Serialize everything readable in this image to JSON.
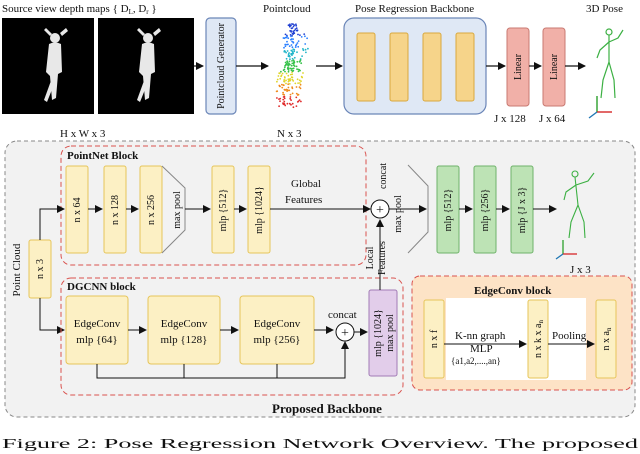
{
  "top": {
    "source_label": "Source view depth maps { D",
    "source_sub_l": "L",
    "source_comma": ", D",
    "source_sub_r": "r",
    "source_close": " }",
    "hwx3": "H x W x 3",
    "generator": "Pointcloud Generator",
    "pointcloud": "Pointcloud",
    "nx3": "N x 3",
    "backbone": "Pose Regression Backbone",
    "linear": "Linear",
    "j128": "J x 128",
    "j64": "J x 64",
    "pose3d": "3D Pose"
  },
  "pointnet": {
    "title": "PointNet Block",
    "n64": "n x 64",
    "n128": "n x 128",
    "n256": "n x 256",
    "maxpool": "max pool",
    "mlp512": "mlp {512}",
    "mlp1024": "mlp {1024}",
    "global1": "Global",
    "global2": "Features"
  },
  "point_cloud": "Point Cloud",
  "nx3": "n x 3",
  "concat": "concat",
  "plus": "+",
  "local1": "Local",
  "local2": "Features",
  "head": {
    "mlp512": "mlp {512}",
    "mlp256": "mlp {256}",
    "mlpj3": "mlp {J x 3}",
    "jx3": "J x 3"
  },
  "dgcnn": {
    "title": "DGCNN block",
    "edgeconv": "EdgeConv",
    "mlp64": "mlp {64}",
    "mlp128": "mlp {128}",
    "mlp256": "mlp {256}",
    "mlp1024": "mlp {1024}",
    "maxpool": "max pool"
  },
  "edgeconv_block": {
    "title": "EdgeConv block",
    "nxf": "n x f",
    "knn": "K-nn graph",
    "mlp": "MLP",
    "params": "{a1,a2,....,an}",
    "nxkxa": "n x k x a",
    "nxkxa_sub": "n",
    "pooling": "Pooling",
    "nxa": "n x a",
    "nxa_sub": "n"
  },
  "proposed": "Proposed Backbone",
  "caption": "Figure 2: Pose Regression Network Overview. The proposed",
  "colors": {
    "block_fill": "#fcf0c4",
    "block_stroke": "#e6c55a",
    "green_fill": "#bde3b5",
    "green_stroke": "#6fb36a",
    "blue_fill": "#dfe8f5",
    "blue_stroke": "#6b86b8",
    "purple_fill": "#e2cdea",
    "red_dash": "#d9534f",
    "orange_fill": "#fde3c6",
    "panel_fill": "#f2f2f2"
  }
}
